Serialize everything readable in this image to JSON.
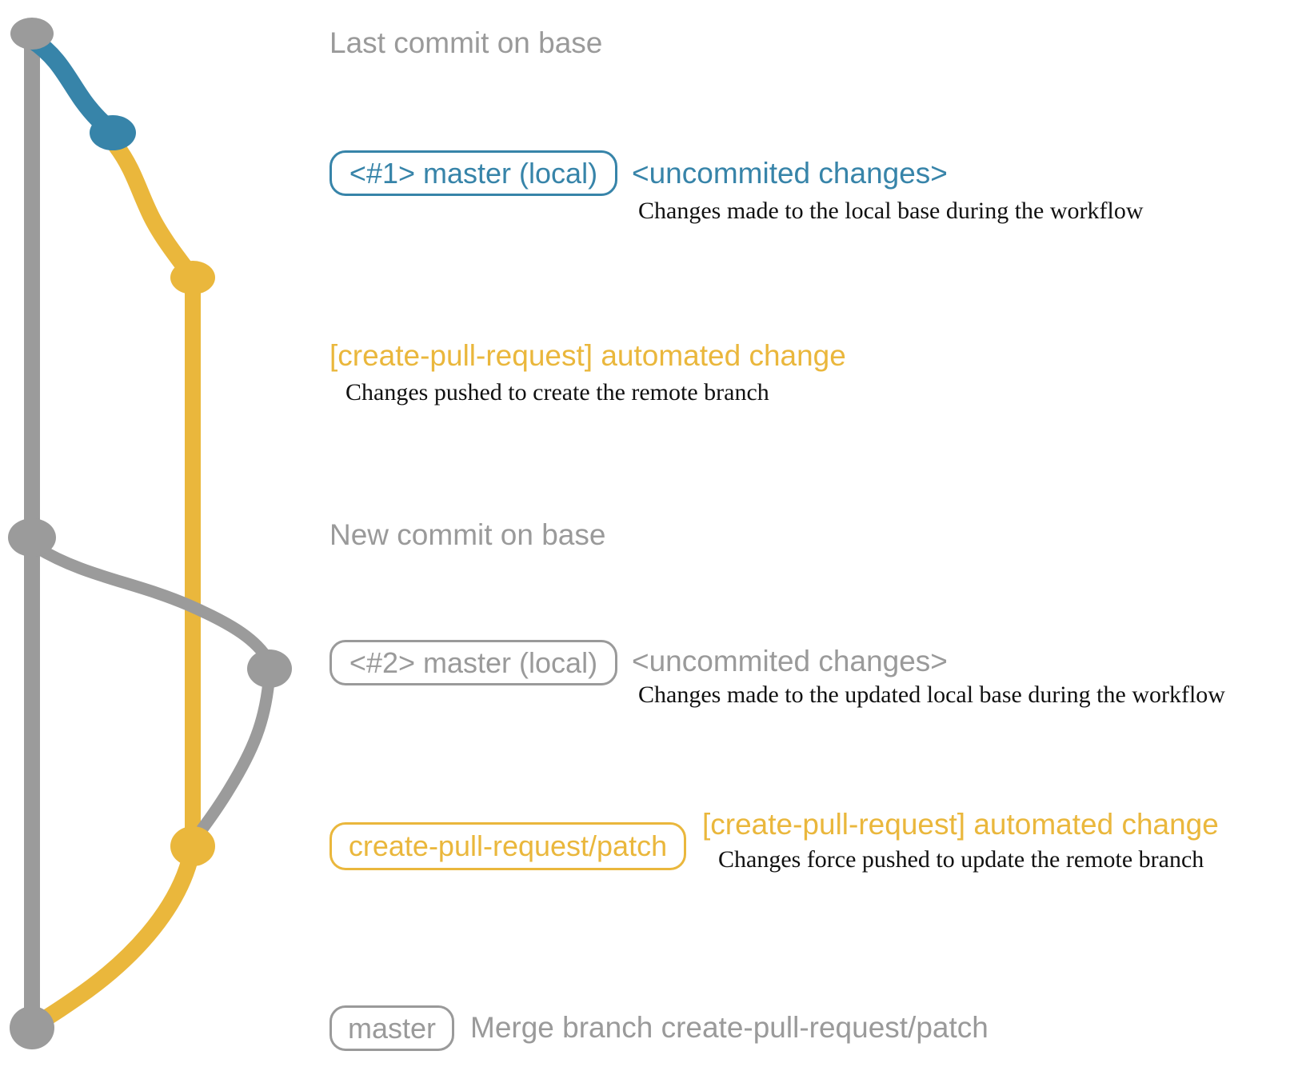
{
  "colors": {
    "gray": "#9b9b9b",
    "gray_text": "#9a9a9a",
    "blue": "#3784a9",
    "yellow": "#eab73c",
    "caption": "#111111"
  },
  "annotations": {
    "last_commit_label": "Last commit on base",
    "new_commit_label": "New commit on base"
  },
  "row1": {
    "badge": "<#1> master (local)",
    "side": "<uncommited changes>",
    "caption": "Changes made to the local base during the workflow"
  },
  "row2": {
    "title": "[create-pull-request] automated change",
    "caption": "Changes pushed to create the remote branch"
  },
  "row3": {
    "badge": "<#2> master (local)",
    "side": "<uncommited changes>",
    "caption": "Changes made to the updated local base during the workflow"
  },
  "row4": {
    "badge": "create-pull-request/patch",
    "side": "[create-pull-request] automated change",
    "caption": "Changes force pushed to update the remote branch"
  },
  "row5": {
    "badge": "master",
    "side": "Merge branch create-pull-request/patch"
  }
}
